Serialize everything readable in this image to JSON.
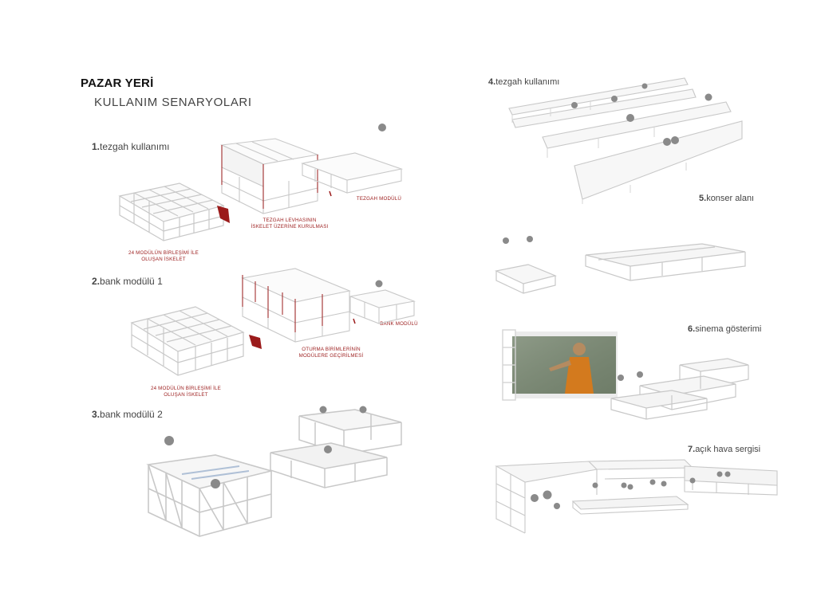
{
  "page": {
    "title": "PAZAR YERİ",
    "subtitle": "KULLANIM SENARYOLARI"
  },
  "sections": [
    {
      "num": "1.",
      "label": "tezgah kullanımı"
    },
    {
      "num": "2.",
      "label": "bank modülü 1"
    },
    {
      "num": "3.",
      "label": "bank modülü 2"
    },
    {
      "num": "4.",
      "label": "tezgah kullanımı"
    },
    {
      "num": "5.",
      "label": "konser alanı"
    },
    {
      "num": "6.",
      "label": "sinema gösterimi"
    },
    {
      "num": "7.",
      "label": "açık hava sergisi"
    }
  ],
  "captions": {
    "s1_skeleton": [
      "24 MODÜLÜN BİRLEŞİMİ İLE",
      "OLUŞAN İSKELET"
    ],
    "s1_plate": [
      "TEZGAH LEVHASININ",
      "İSKELET ÜZERİNE KURULMASI"
    ],
    "s1_module": [
      "TEZGAH MODÜLÜ"
    ],
    "s2_skeleton": [
      "24 MODÜLÜN BİRLEŞİMİ İLE",
      "OLUŞAN İSKELET"
    ],
    "s2_seating": [
      "OTURMA BİRİMLERİNİN",
      "MODÜLERE GEÇİRİLMESİ"
    ],
    "s2_module": [
      "BANK MODÜLÜ"
    ]
  },
  "colors": {
    "frame": "#c8c8c8",
    "accent": "#9b1b1b",
    "figure": "#8a8a8a",
    "text": "#333333"
  }
}
